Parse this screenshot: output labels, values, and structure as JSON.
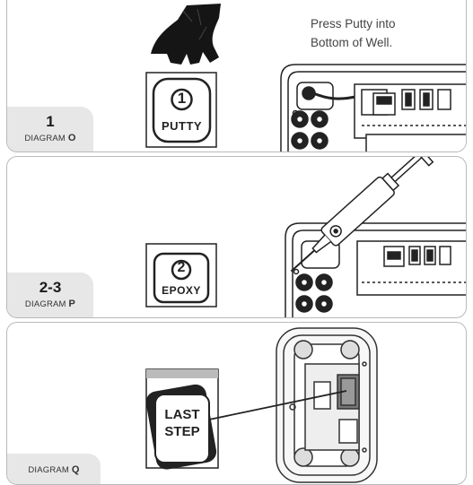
{
  "steps": [
    {
      "number": "1",
      "diagram_word": "DIAGRAM",
      "diagram_letter": "O",
      "label": "PUTTY",
      "badge_num": "1",
      "caption_line1": "Press Putty into",
      "caption_line2": "Bottom of Well."
    },
    {
      "number": "2-3",
      "diagram_word": "DIAGRAM",
      "diagram_letter": "P",
      "label": "EPOXY",
      "badge_num": "2"
    },
    {
      "number": "",
      "diagram_word": "DIAGRAM",
      "diagram_letter": "Q",
      "label_line1": "LAST",
      "label_line2": "STEP"
    }
  ],
  "icons": [
    "gloved-hand-icon",
    "syringe-icon",
    "electrical-box-icon"
  ],
  "colors": {
    "border": "#b9b9b9",
    "tab": "#e7e7e7",
    "ink": "#1a1a1a"
  }
}
